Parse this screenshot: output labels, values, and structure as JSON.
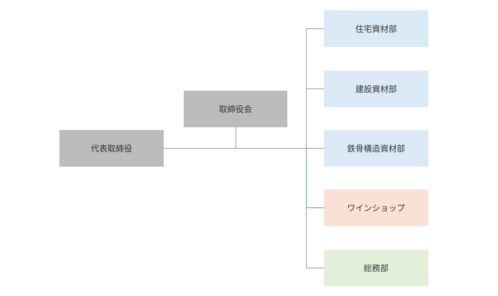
{
  "org_chart": {
    "ceo": {
      "label": "代表取締役",
      "color": "#bcbcbc"
    },
    "board": {
      "label": "取締役会",
      "color": "#bcbcbc"
    },
    "departments": [
      {
        "label": "住宅資材部",
        "color": "#dce9f6"
      },
      {
        "label": "建設資材部",
        "color": "#dce9f6"
      },
      {
        "label": "鉄骨構造資材部",
        "color": "#dce9f6"
      },
      {
        "label": "ワインショップ",
        "color": "#f9e2d5",
        "highlighted": true
      },
      {
        "label": "総務部",
        "color": "#e2f0d9"
      }
    ],
    "connector_color": "#999999",
    "highlight_connector_color": "#5a9bb3"
  }
}
